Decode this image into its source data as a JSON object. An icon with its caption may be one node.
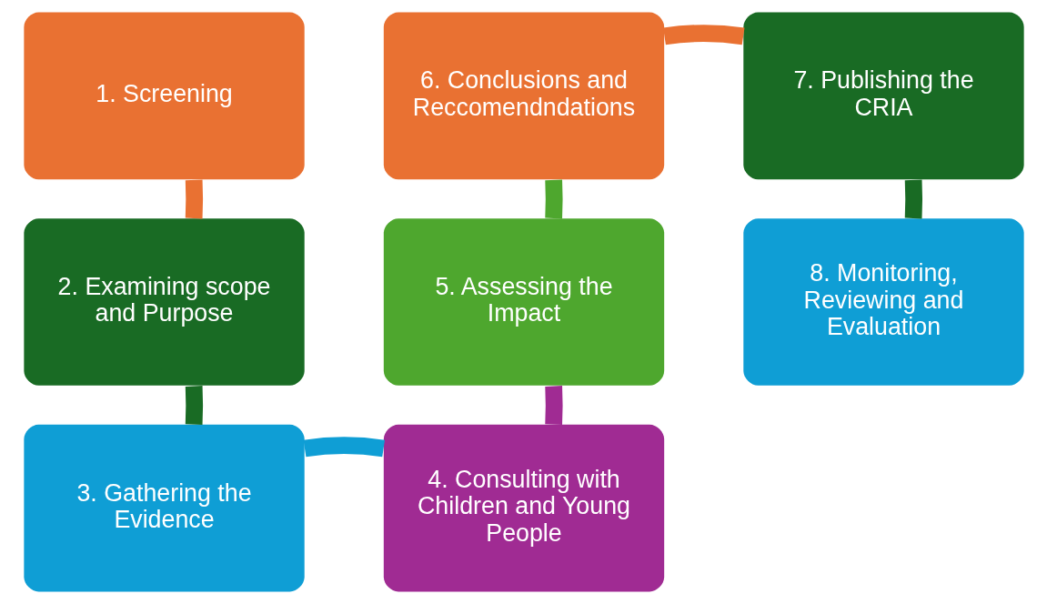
{
  "diagram": {
    "nodes": [
      {
        "text": [
          "1. Screening"
        ]
      },
      {
        "text": [
          "2. Examining scope and Purpose"
        ]
      },
      {
        "text": [
          "3. Gathering the Evidence"
        ]
      },
      {
        "text": [
          "4. Consulting with Children and Young People"
        ]
      },
      {
        "text": [
          "5. Assessing the Impact"
        ]
      },
      {
        "text": [
          "6. Conclusions and Reccomendndations"
        ]
      },
      {
        "text": [
          "7. Publishing the CRIA"
        ]
      },
      {
        "text": [
          "8. Monitoring, Reviewing and Evaluation"
        ]
      }
    ],
    "edges": [
      {
        "from": 0,
        "to": 1,
        "arrow": "none",
        "color": "#e97132"
      },
      {
        "from": 1,
        "to": 2,
        "arrow": "none",
        "color": "#196b24"
      },
      {
        "from": 2,
        "to": 3,
        "arrow": "none",
        "color": "#0f9ed5"
      },
      {
        "from": 3,
        "to": 4,
        "arrow": "none",
        "color": "#a02b93"
      },
      {
        "from": 4,
        "to": 5,
        "arrow": "none",
        "color": "#4ea72e"
      },
      {
        "from": 5,
        "to": 6,
        "arrow": "none",
        "color": "#e97132"
      },
      {
        "from": 6,
        "to": 7,
        "arrow": "none",
        "color": "#196b24"
      }
    ]
  }
}
